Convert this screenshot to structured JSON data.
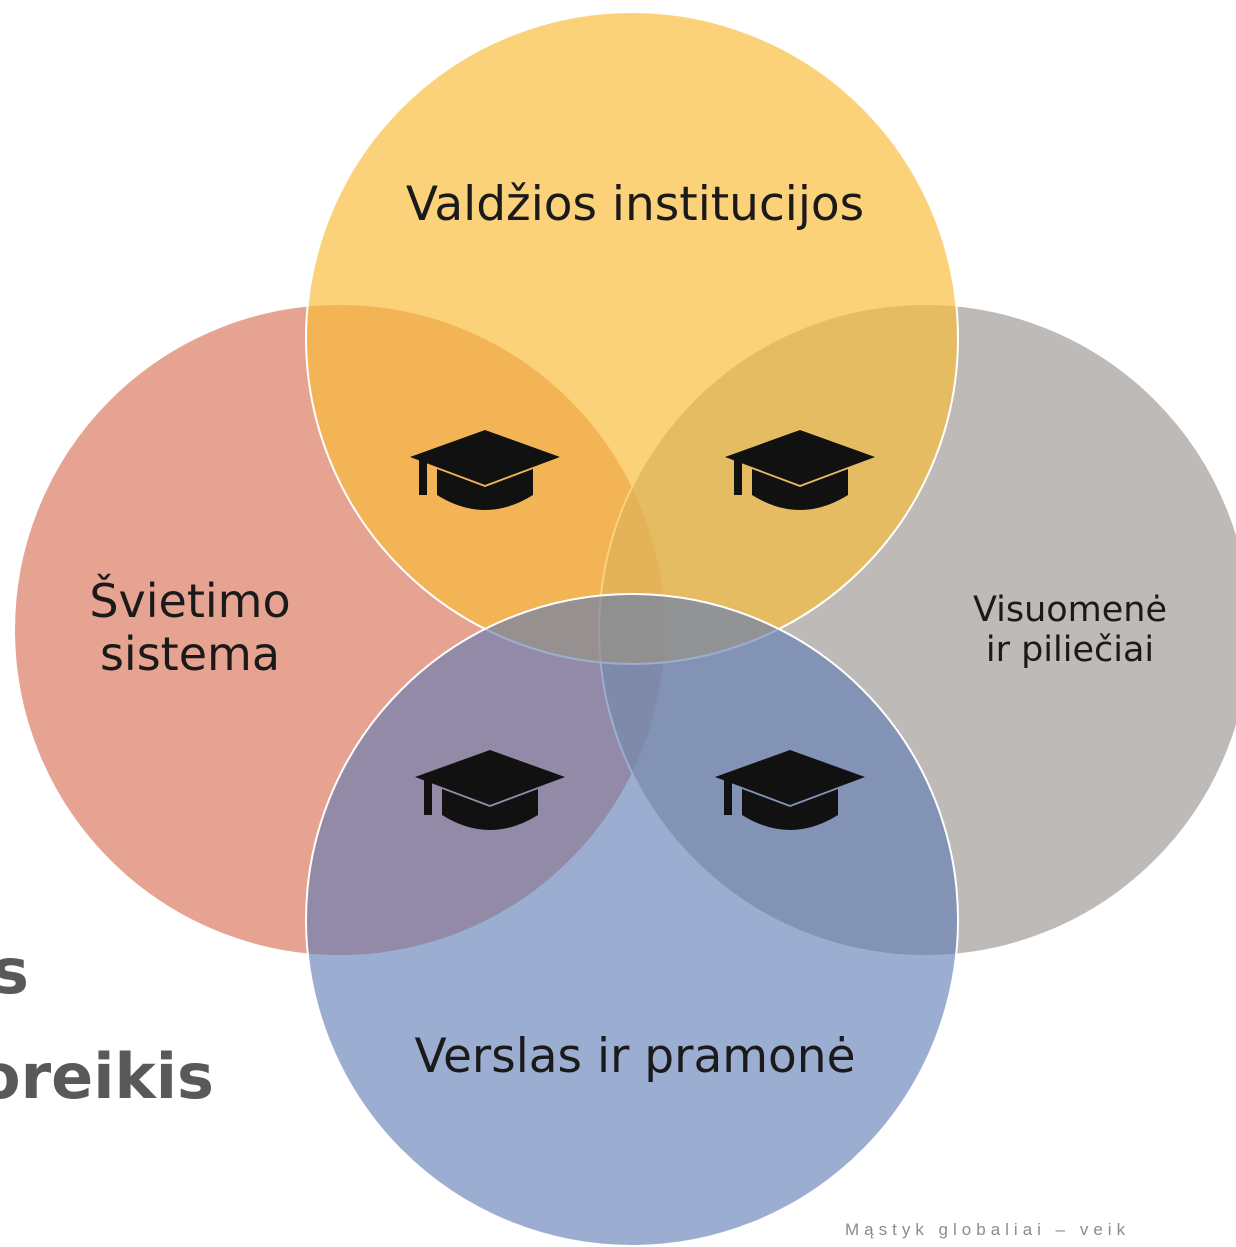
{
  "background_text": {
    "line1": "s",
    "line2": "oreikis"
  },
  "footer": "Mąstyk globaliai – veik",
  "circles": {
    "top": {
      "label": "Valdžios institucijos",
      "color": "#FAD075"
    },
    "left": {
      "label_line1": "Švietimo",
      "label_line2": "sistema",
      "color": "#E29A87"
    },
    "right": {
      "label_line1": "Visuomenė",
      "label_line2": "ir piliečiai",
      "color": "#B5B1AE"
    },
    "bottom": {
      "label": "Verslas ir pramonė",
      "color": "#90A4C9"
    }
  },
  "icons": [
    "graduation-cap-icon",
    "graduation-cap-icon",
    "graduation-cap-icon",
    "graduation-cap-icon"
  ]
}
